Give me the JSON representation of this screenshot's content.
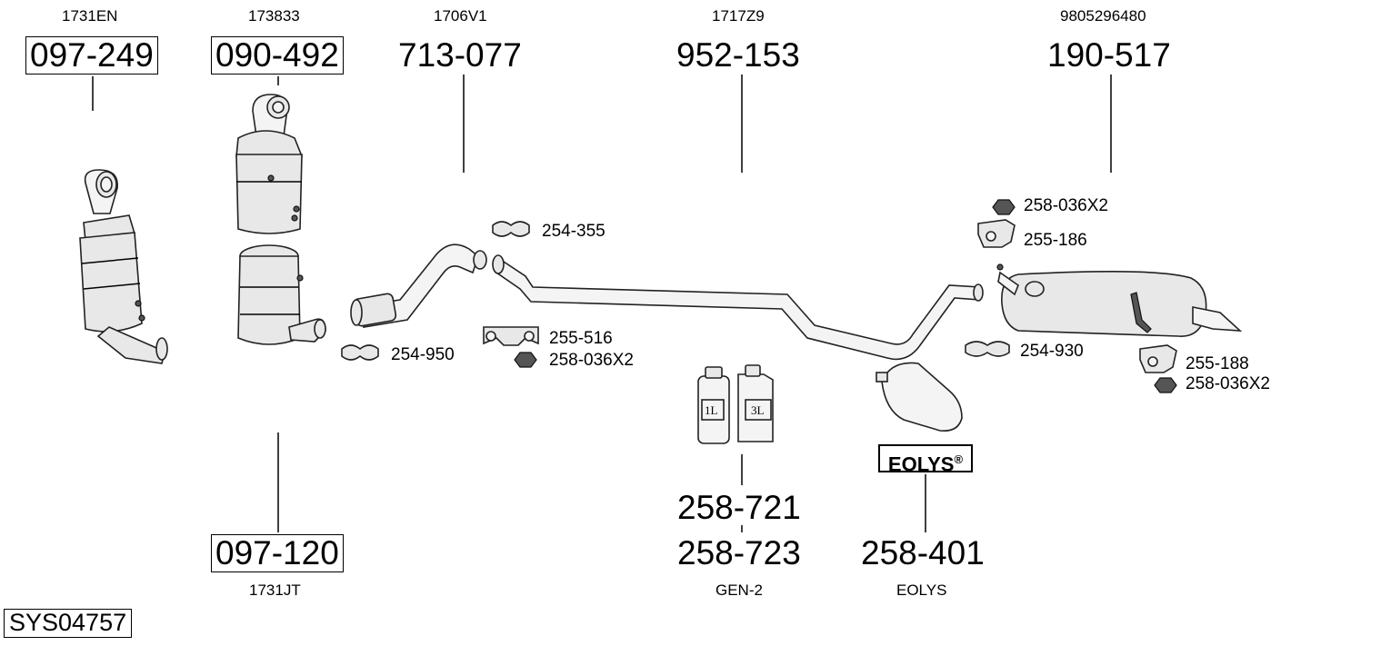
{
  "diagram": {
    "system_code": "SYS04757",
    "eolys_badge": {
      "text": "EOLYS",
      "mark": "®"
    },
    "parts_top": [
      {
        "oe": "1731EN",
        "number": "097-249",
        "boxed": true
      },
      {
        "oe": "173833",
        "number": "090-492",
        "boxed": true
      },
      {
        "oe": "1706V1",
        "number": "713-077",
        "boxed": false
      },
      {
        "oe": "1717Z9",
        "number": "952-153",
        "boxed": false
      },
      {
        "oe": "9805296480",
        "number": "190-517",
        "boxed": false
      }
    ],
    "parts_bottom": [
      {
        "number": "097-120",
        "oe": "1731JT",
        "boxed": true
      },
      {
        "number": "258-721",
        "number2": "258-723",
        "oe": "GEN-2"
      },
      {
        "number": "258-401",
        "oe": "EOLYS"
      }
    ],
    "small_labels": [
      "254-355",
      "255-516",
      "258-036X2",
      "254-950",
      "258-036X2",
      "255-186",
      "254-930",
      "255-188",
      "258-036X2"
    ],
    "containers": [
      "1L",
      "3L"
    ]
  }
}
